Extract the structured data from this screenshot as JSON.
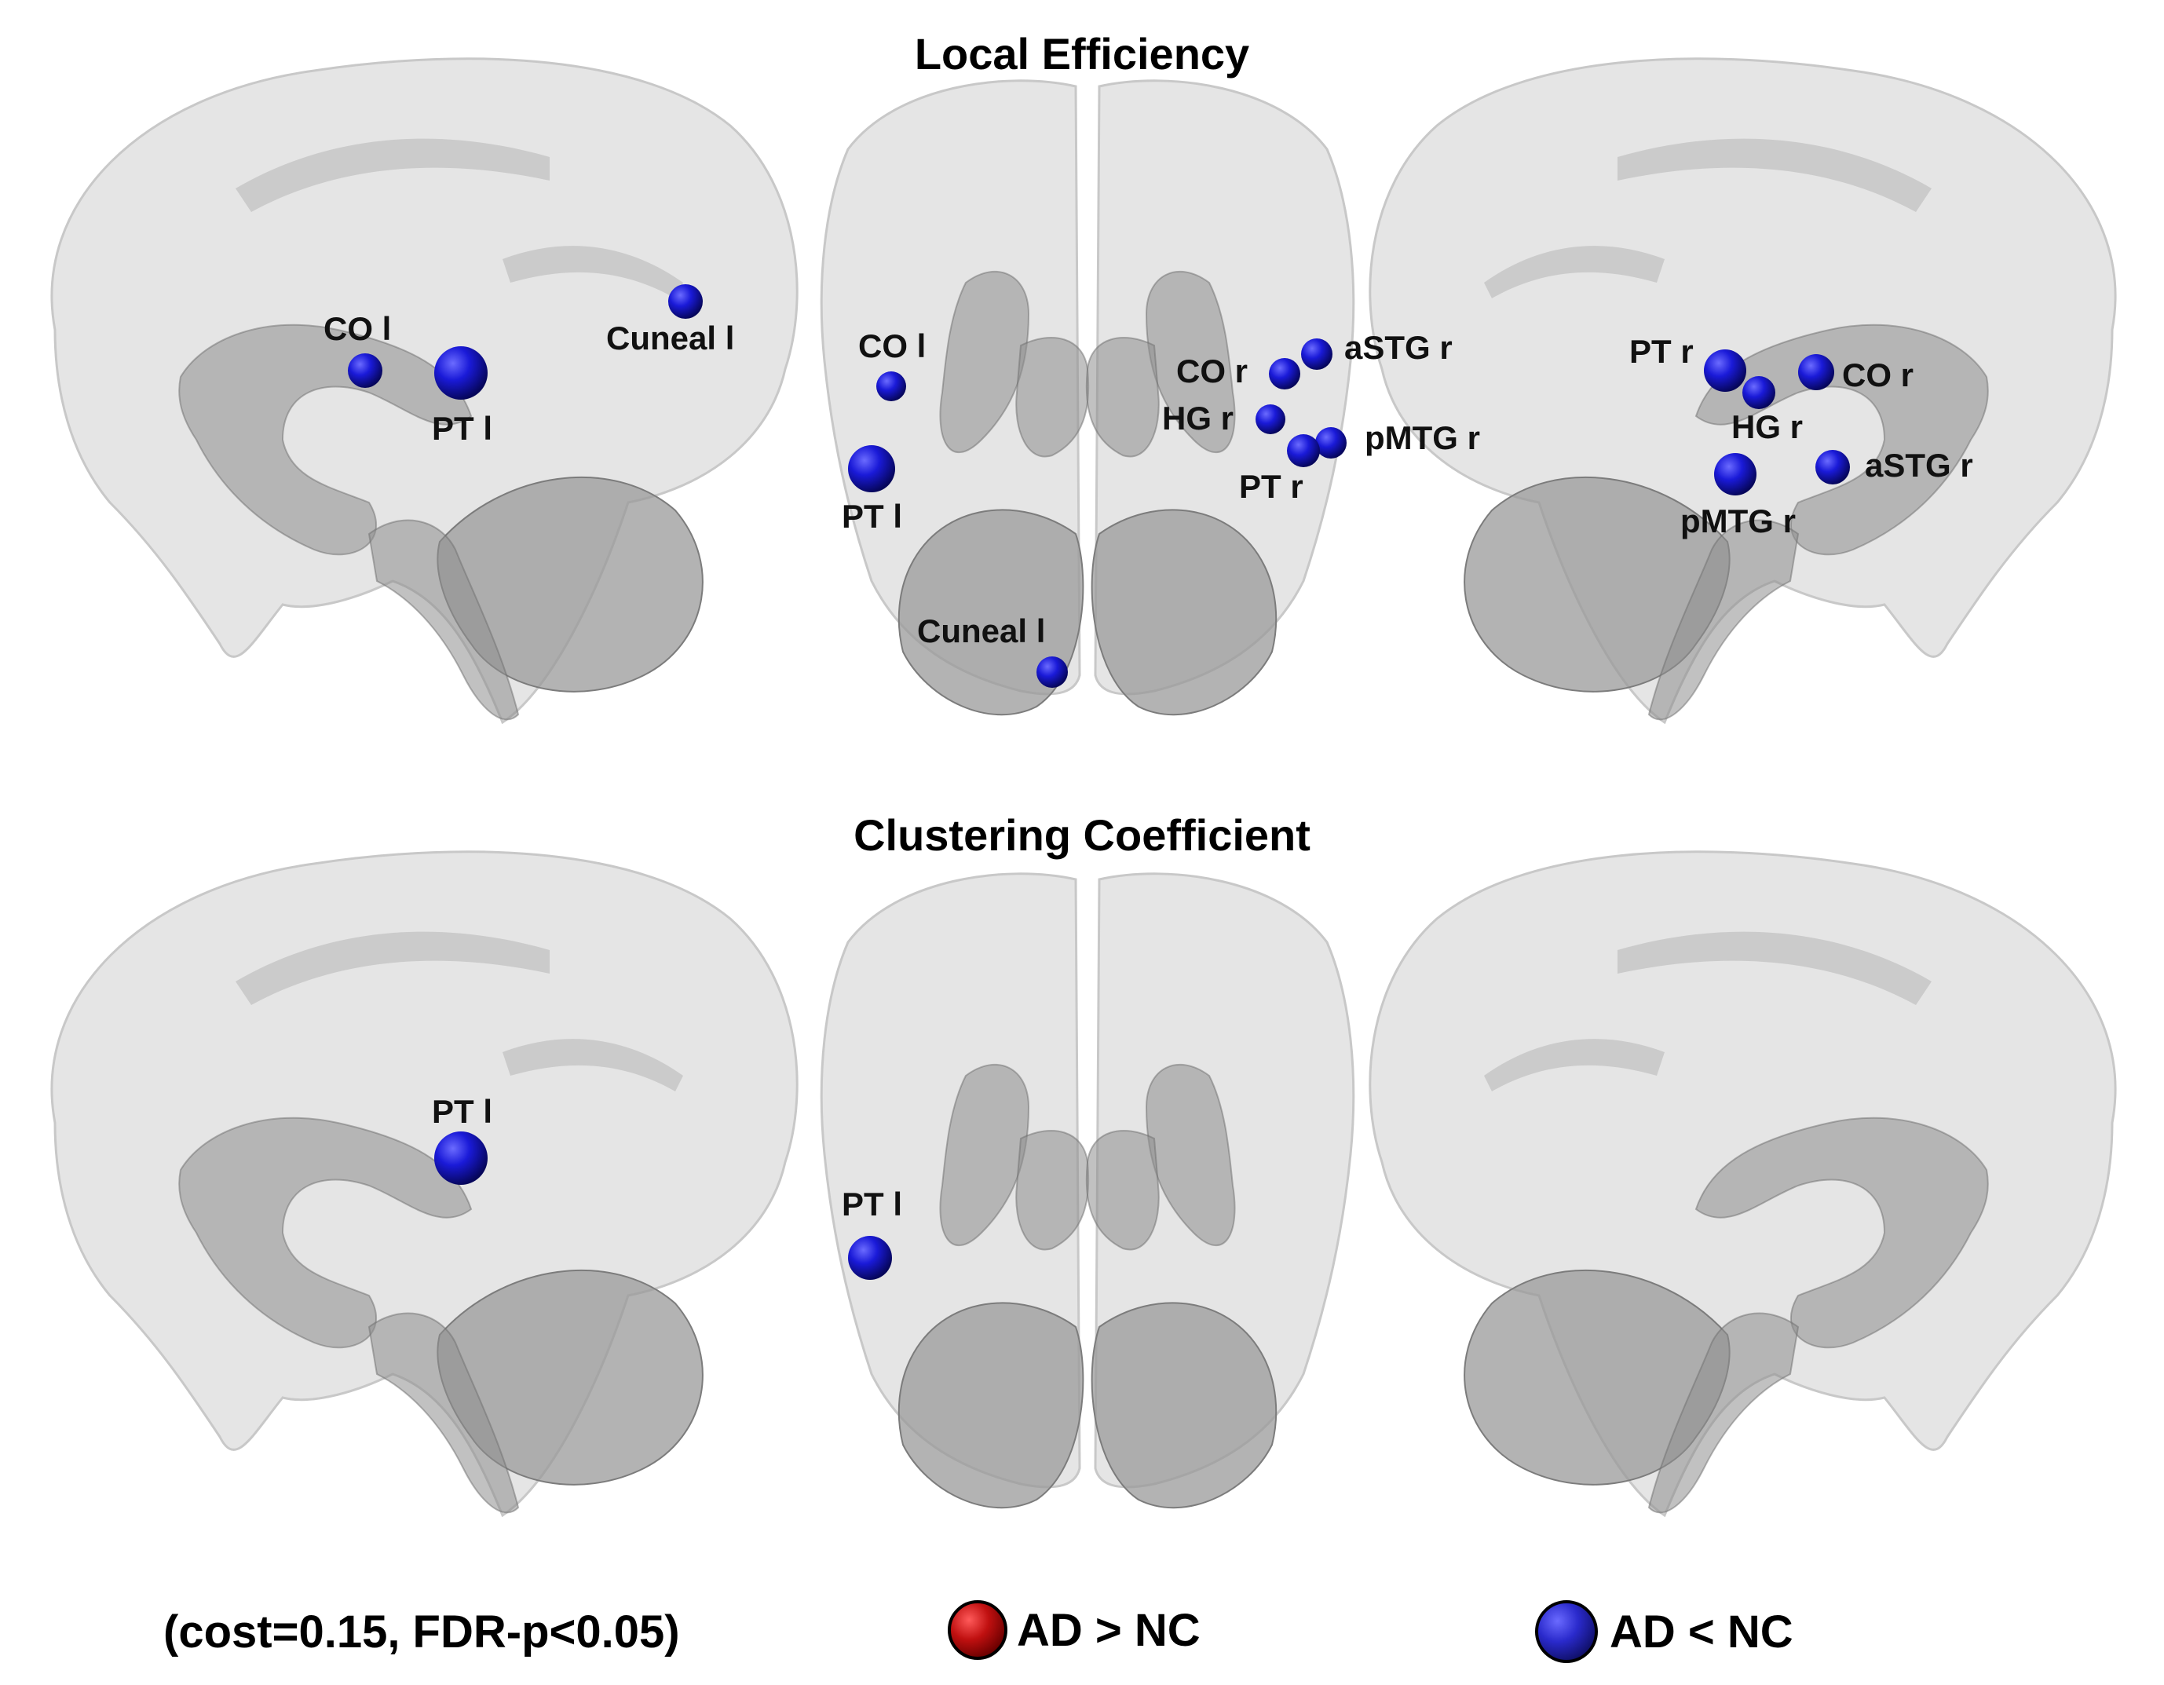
{
  "panels": {
    "top_title": "Local Efficiency",
    "bottom_title": "Clustering Coefficient"
  },
  "legend": {
    "note": "(cost=0.15, FDR-p<0.05)",
    "increase_label": "AD > NC",
    "increase_color": "#c01010",
    "decrease_label": "AD < NC",
    "decrease_color": "#2a2acc"
  },
  "node_color": "#1a1ad8",
  "nodes": {
    "le_left": [
      {
        "label": "CO l",
        "size": "small"
      },
      {
        "label": "PT l",
        "size": "large"
      },
      {
        "label": "Cuneal l",
        "size": "small"
      }
    ],
    "le_top": [
      {
        "label": "CO l",
        "size": "small"
      },
      {
        "label": "PT l",
        "size": "large"
      },
      {
        "label": "Cuneal l",
        "size": "small"
      },
      {
        "label": "CO r",
        "size": "small"
      },
      {
        "label": "aSTG r",
        "size": "small"
      },
      {
        "label": "HG r",
        "size": "small"
      },
      {
        "label": "pMTG r",
        "size": "small"
      },
      {
        "label": "PT r",
        "size": "small"
      }
    ],
    "le_right": [
      {
        "label": "PT r",
        "size": "medium"
      },
      {
        "label": "HG r",
        "size": "small"
      },
      {
        "label": "CO r",
        "size": "small"
      },
      {
        "label": "aSTG r",
        "size": "small"
      },
      {
        "label": "pMTG r",
        "size": "medium"
      }
    ],
    "cc_left": [
      {
        "label": "PT l",
        "size": "large"
      }
    ],
    "cc_top": [
      {
        "label": "PT l",
        "size": "medium"
      }
    ]
  }
}
